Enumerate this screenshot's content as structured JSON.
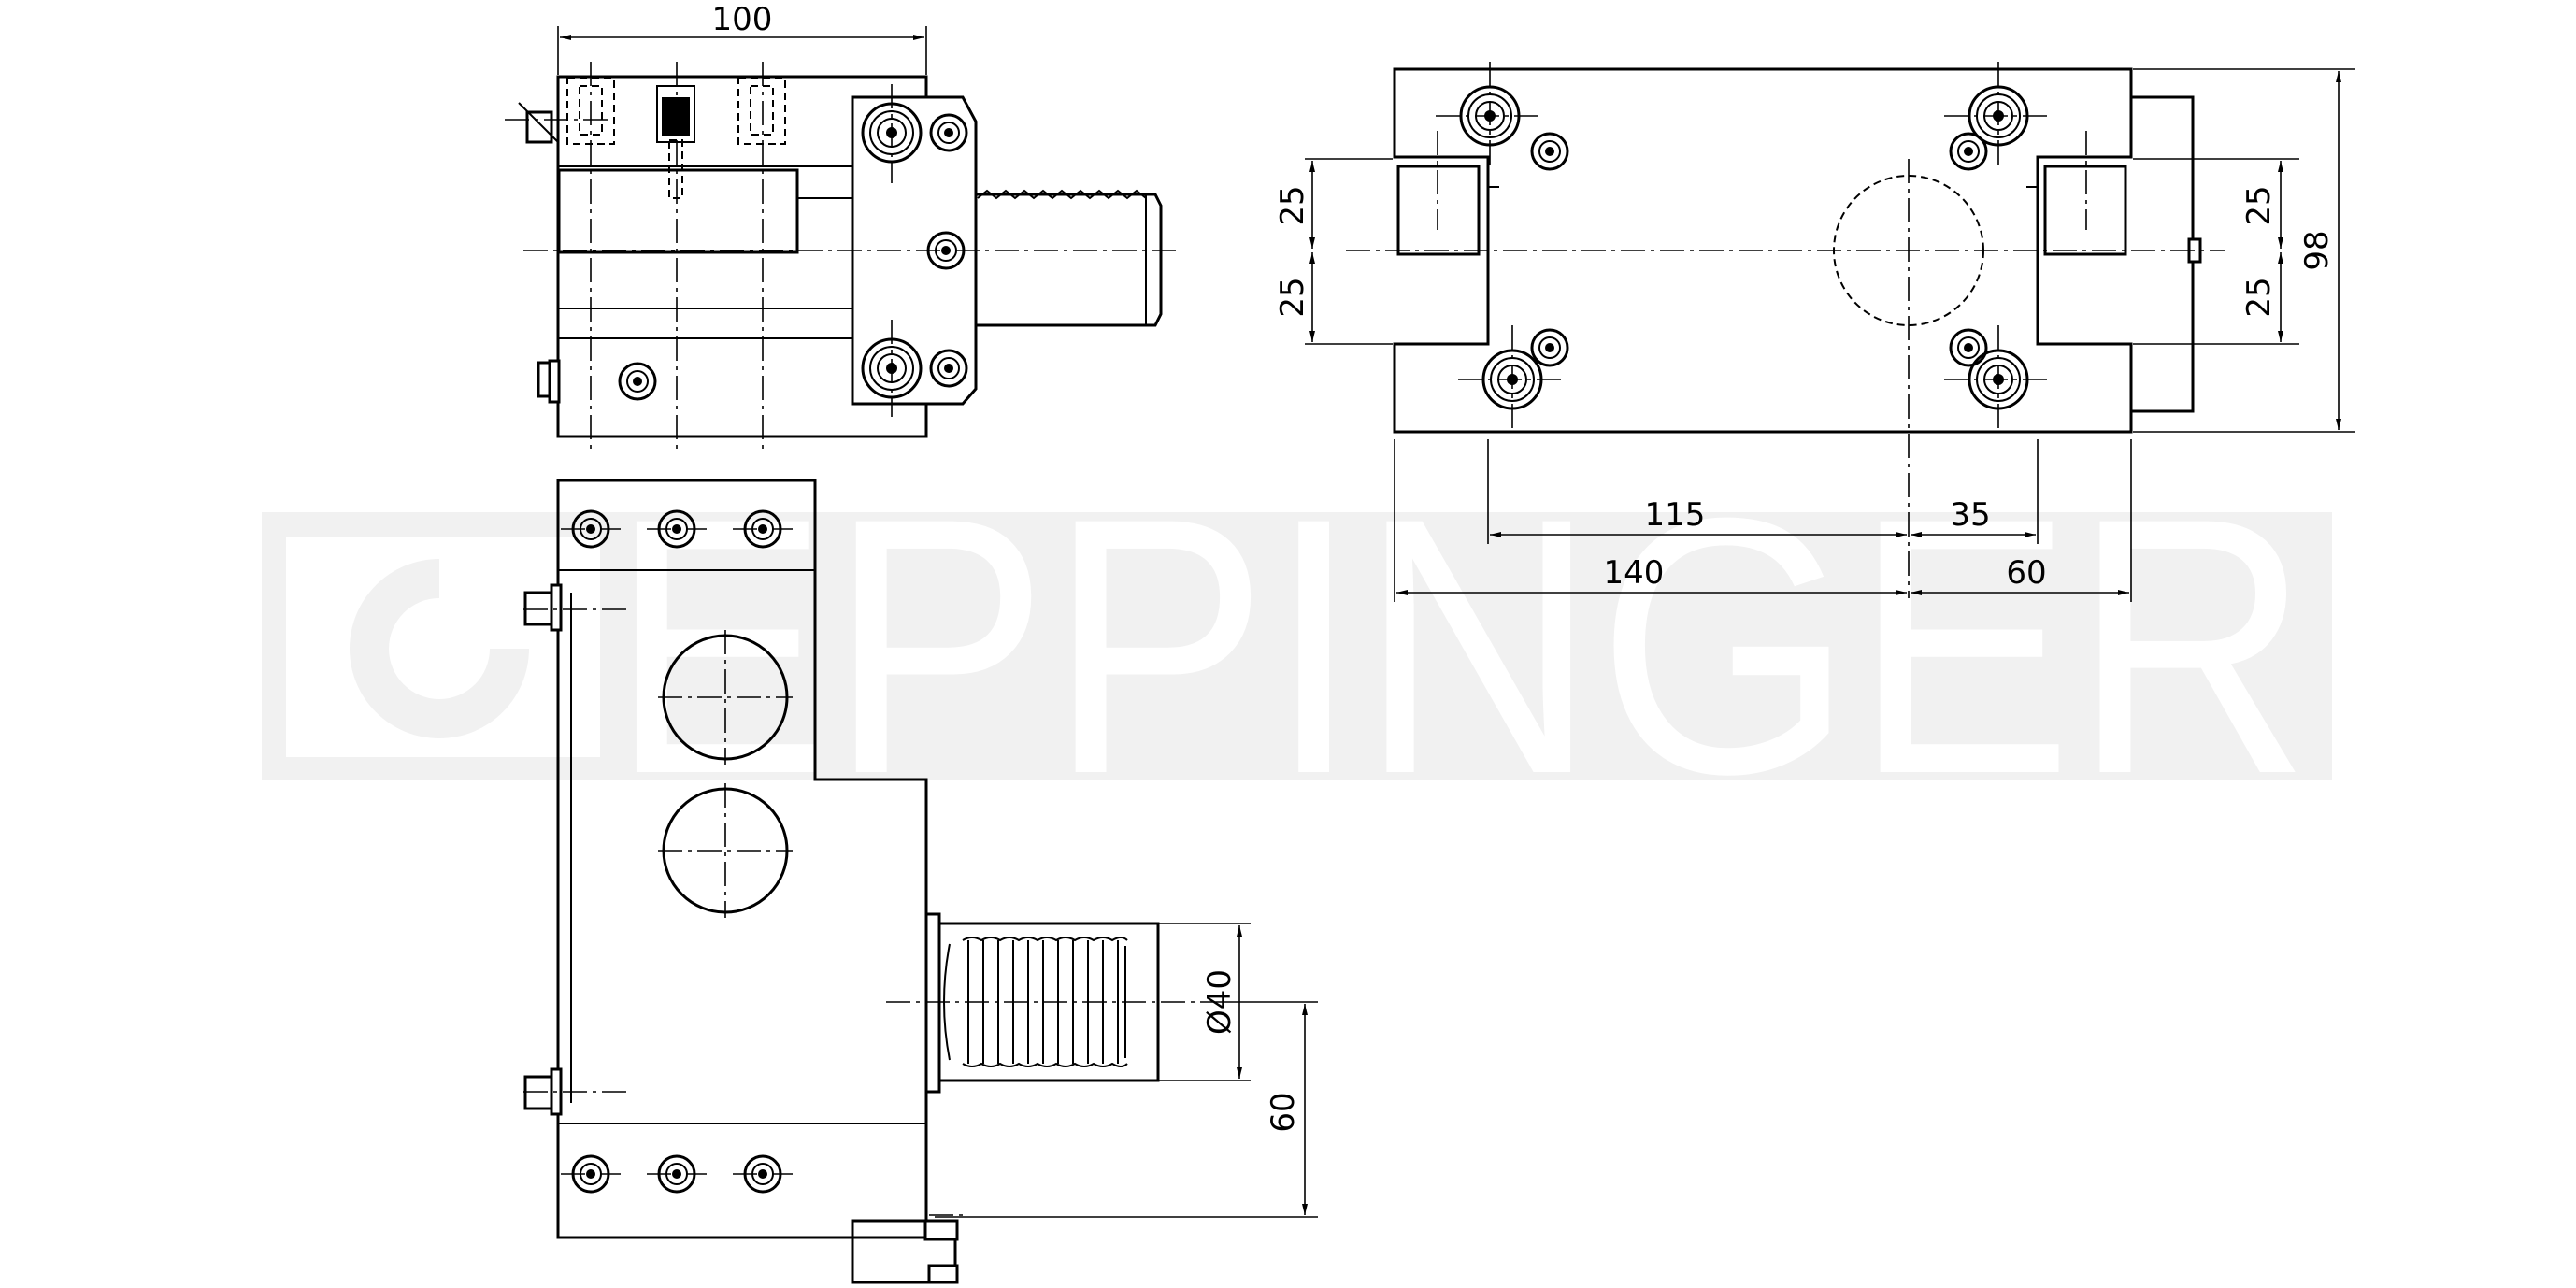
{
  "watermark": {
    "brand": "EPPINGER",
    "color": "#f1f1f1"
  },
  "line_color": "#000000",
  "background": "#ffffff",
  "dimensions": {
    "top_width": "100",
    "right_height_total": "98",
    "right_offset_upper": "25",
    "right_offset_lower": "25",
    "left_offset_upper": "25",
    "left_offset_lower": "25",
    "spacing_115": "115",
    "spacing_35": "35",
    "length_140": "140",
    "length_60": "60",
    "shank_diameter": "Ø40",
    "shank_height": "60"
  }
}
